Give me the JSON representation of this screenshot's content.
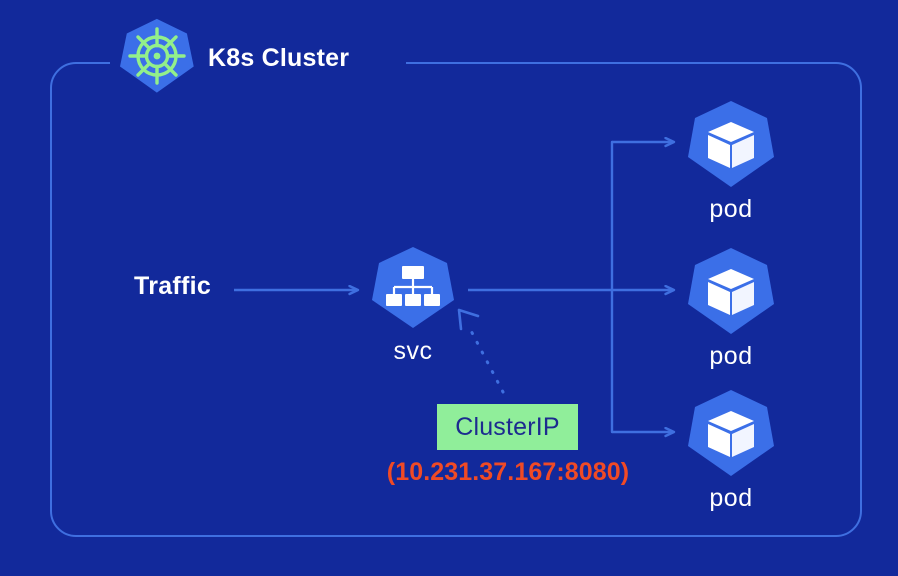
{
  "diagram": {
    "title": "K8s Cluster",
    "background_color": "#12299B",
    "accent_color": "#3F6FE0",
    "icon_color": "#3B6FE8",
    "logo_wheel_color": "#93F08A"
  },
  "cluster": {
    "label": "K8s Cluster",
    "logo_icon": "kubernetes-helm-wheel-icon"
  },
  "traffic": {
    "label": "Traffic",
    "arrow_icon": "arrow-right-icon"
  },
  "service": {
    "label": "svc",
    "icon": "service-hierarchy-icon"
  },
  "pods": [
    {
      "label": "pod",
      "icon": "pod-cube-icon"
    },
    {
      "label": "pod",
      "icon": "pod-cube-icon"
    },
    {
      "label": "pod",
      "icon": "pod-cube-icon"
    }
  ],
  "clusterip": {
    "label": "ClusterIP",
    "address": "(10.231.37.167:8080)",
    "badge_color": "#90EE9A",
    "badge_text_color": "#1C2B8F",
    "address_color": "#F04A25",
    "pointer_icon": "dotted-arrow-icon"
  }
}
